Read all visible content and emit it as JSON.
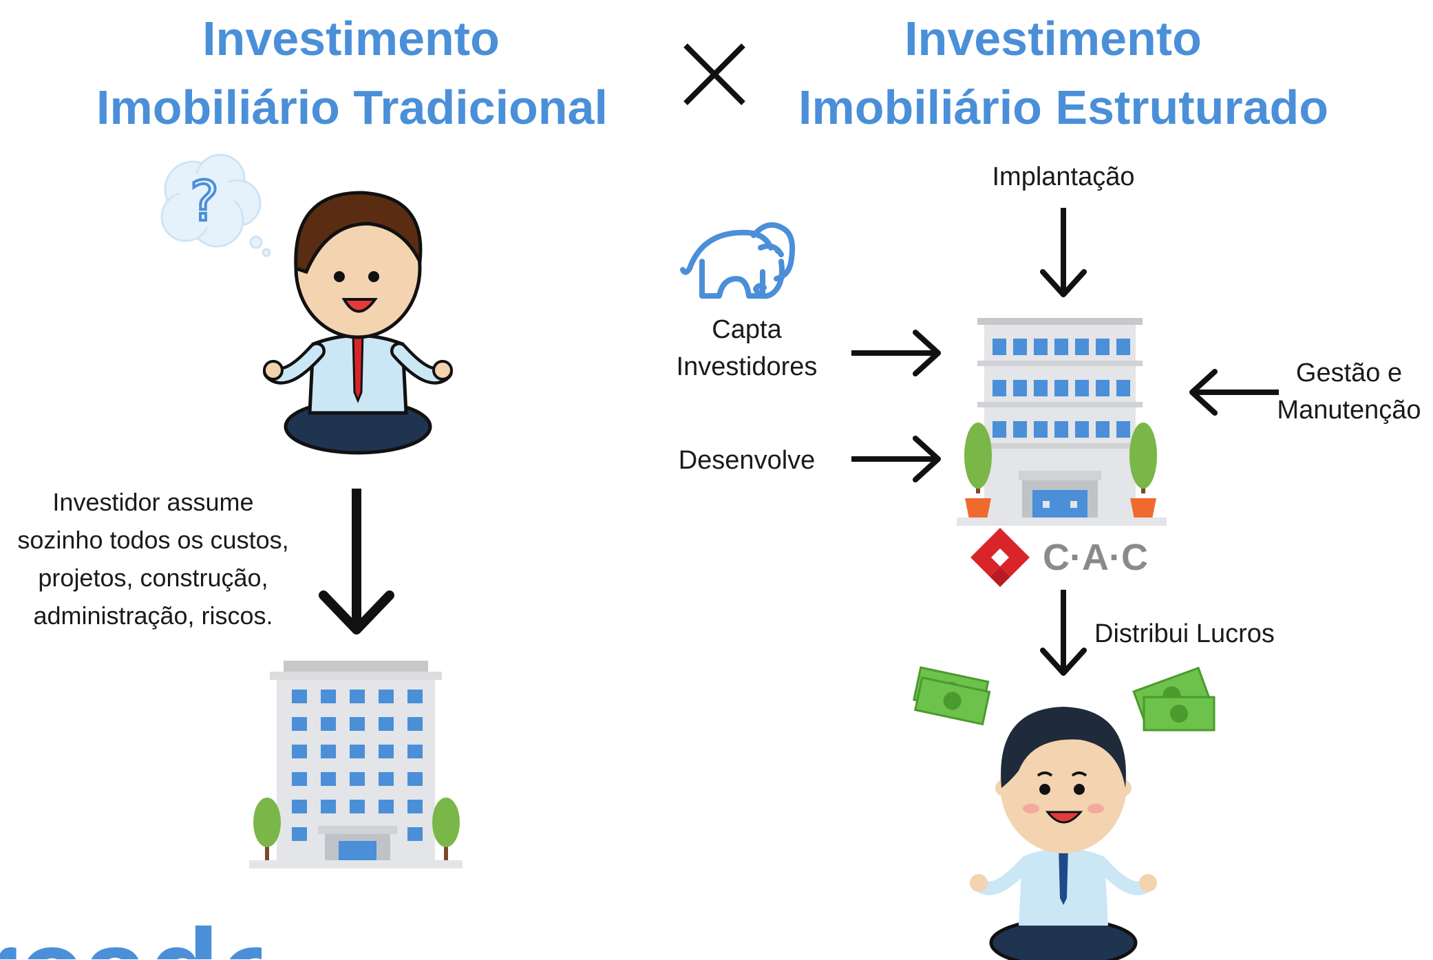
{
  "left": {
    "title_line1": "Investimento",
    "title_line2": "Imobiliário Tradicional",
    "description": [
      "Investidor assume",
      "sozinho todos os custos,",
      "projetos, construção,",
      "administração, riscos."
    ]
  },
  "versus_symbol": "✕",
  "right": {
    "title_line1": "Investimento",
    "title_line2": "Imobiliário Estruturado",
    "label_top": "Implantação",
    "label_capta": [
      "Capta",
      "Investidores"
    ],
    "label_desenvolve": "Desenvolve",
    "label_gestao": [
      "Gestão e",
      "Manutenção"
    ],
    "label_distribui": "Distribui Lucros",
    "logo_text": "C·A·C"
  },
  "background_fragment": "rcado",
  "colors": {
    "title_blue": "#4a8fd8",
    "building_window": "#4a8fd8",
    "logo_red": "#d9252a",
    "logo_gray": "#8a8a8a",
    "money_green": "#6cc24a"
  },
  "icons": [
    "thought-bubble-question-icon",
    "elephant-icon",
    "money-icon",
    "cac-logo-icon"
  ]
}
